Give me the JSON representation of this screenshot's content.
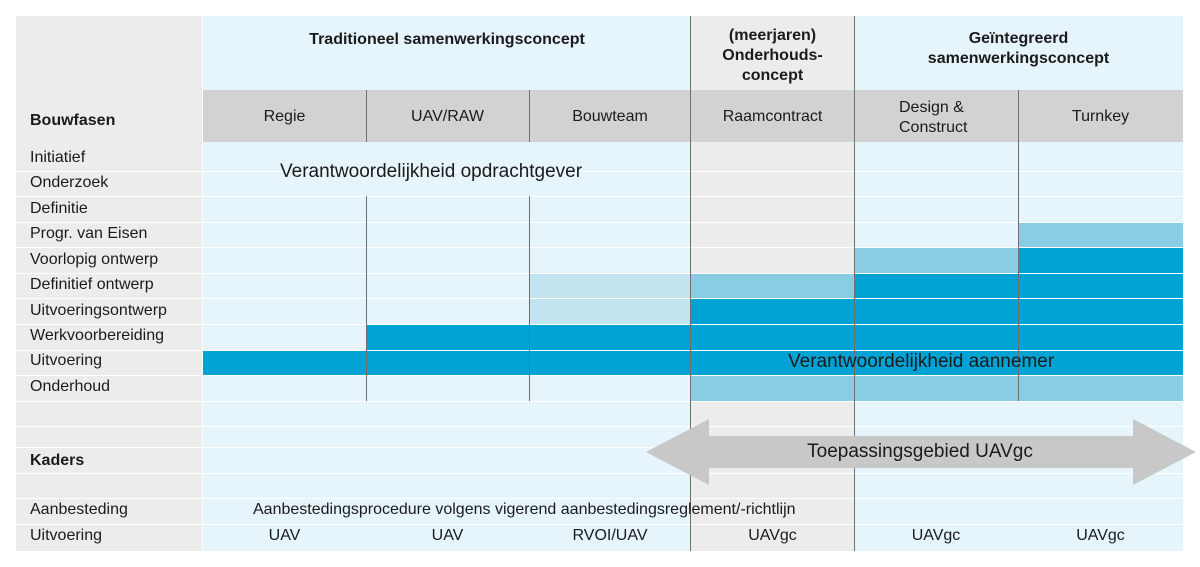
{
  "groups": {
    "traditioneel": "Traditioneel samenwerkingsconcept",
    "onderhoud": [
      "(meerjaren)",
      "Onderhouds-",
      "concept"
    ],
    "geintegreerd": [
      "Geïntegreerd",
      "samenwerkingsconcept"
    ]
  },
  "columns": {
    "regie": "Regie",
    "uavraw": "UAV/RAW",
    "bouwteam": "Bouwteam",
    "raamcontract": "Raamcontract",
    "dc": [
      "Design &",
      "Construct"
    ],
    "turnkey": "Turnkey"
  },
  "bouwfasen": {
    "title": "Bouwfasen",
    "phases": [
      "Initiatief",
      "Onderzoek",
      "Definitie",
      "Progr. van Eisen",
      "Voorlopig ontwerp",
      "Definitief ontwerp",
      "Uitvoeringsontwerp",
      "Werkvoorbereiding",
      "Uitvoering",
      "Onderhoud"
    ]
  },
  "labels": {
    "opdrachtgever": "Verantwoordelijkheid opdrachtgever",
    "aannemer": "Verantwoordelijkheid aannemer",
    "uavgc_arrow": "Toepassingsgebied UAVgc"
  },
  "kaders": {
    "title": "Kaders",
    "aanbesteding_label": "Aanbesteding",
    "aanbesteding_text": "Aanbestedingsprocedure volgens vigerend aanbestedingsreglement/-richtlijn",
    "uitvoering_label": "Uitvoering",
    "uitvoering_values": [
      "UAV",
      "UAV",
      "RVOI/UAV",
      "UAVgc",
      "UAVgc",
      "UAVgc"
    ]
  },
  "colors": {
    "dark_blue": "#00a3d4",
    "mid_blue": "#88cde4",
    "light_blue": "#c2e4f1",
    "background": "#e6f4fb",
    "column_header_gray": "#d2d2d2",
    "onderhoud_gray": "#ececec",
    "arrow_gray": "#c8c8c8"
  }
}
